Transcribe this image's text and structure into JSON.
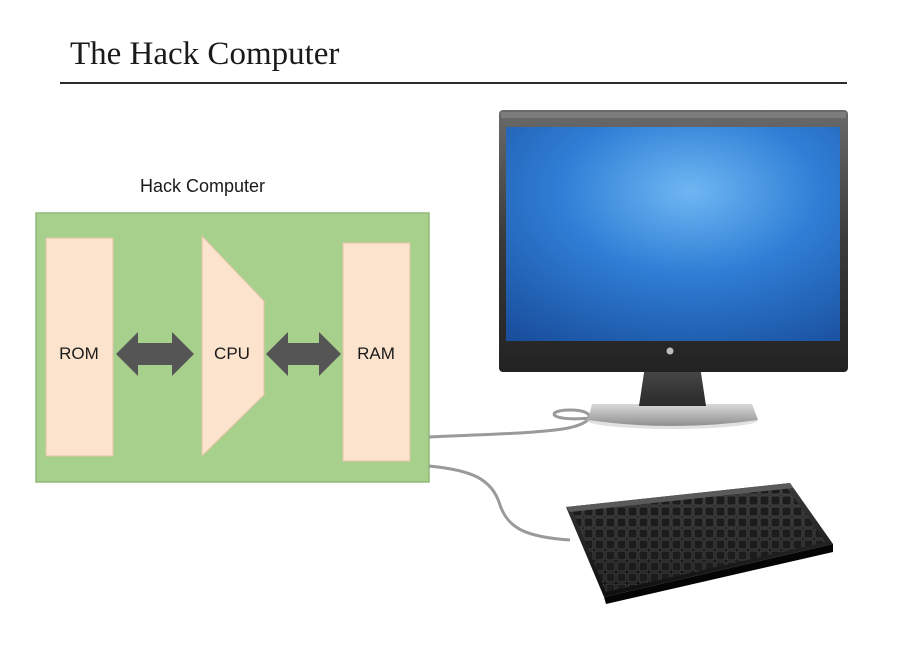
{
  "slide": {
    "title": "The Hack Computer"
  },
  "diagram": {
    "caption": "Hack Computer",
    "components": {
      "rom": "ROM",
      "cpu": "CPU",
      "ram": "RAM"
    }
  },
  "colors": {
    "board": "#a8d08d",
    "component": "#fbe3cd",
    "arrow": "#555555",
    "cable": "#9a9a9a",
    "screen": "#2a6bc4"
  },
  "icons": {
    "monitor": "monitor-icon",
    "keyboard": "keyboard-icon"
  }
}
